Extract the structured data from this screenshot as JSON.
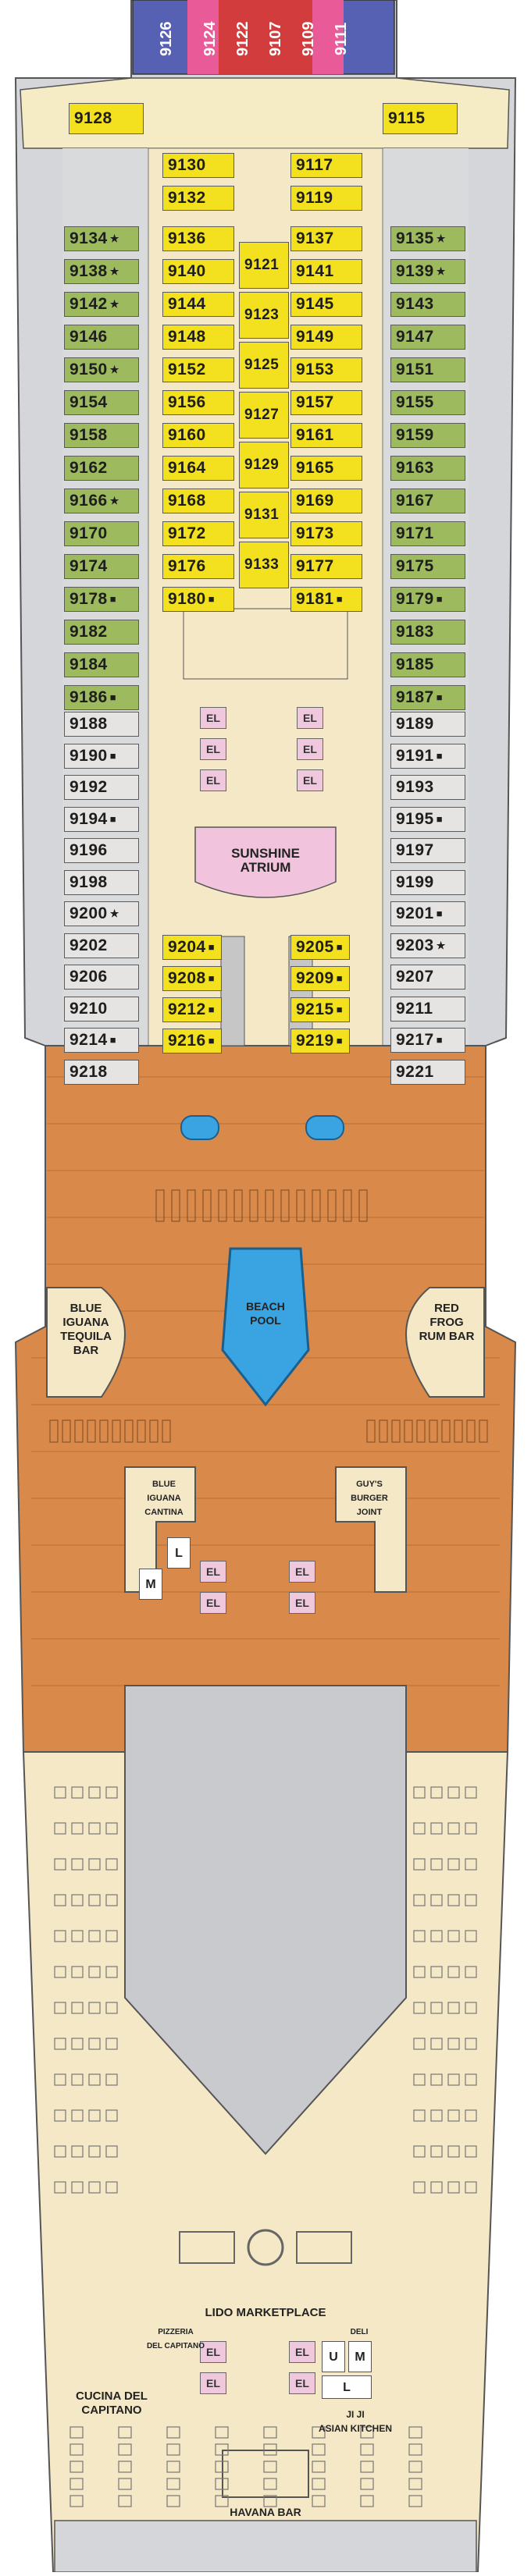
{
  "decks": {
    "bow_top": [
      "9126",
      "9124",
      "9122",
      "9107",
      "9109",
      "9111"
    ],
    "bow_wings": [
      "9128",
      "9115"
    ],
    "inner_top": [
      "9130",
      "9132",
      "9117",
      "9119"
    ],
    "left_outer": [
      {
        "n": "9134",
        "mark": "★"
      },
      {
        "n": "9138",
        "mark": "★"
      },
      {
        "n": "9142",
        "mark": "★"
      },
      {
        "n": "9146",
        "mark": ""
      },
      {
        "n": "9150",
        "mark": "★"
      },
      {
        "n": "9154",
        "mark": ""
      },
      {
        "n": "9158",
        "mark": ""
      },
      {
        "n": "9162",
        "mark": ""
      },
      {
        "n": "9166",
        "mark": "★"
      },
      {
        "n": "9170",
        "mark": ""
      },
      {
        "n": "9174",
        "mark": ""
      },
      {
        "n": "9178",
        "mark": "■"
      },
      {
        "n": "9182",
        "mark": ""
      },
      {
        "n": "9184",
        "mark": ""
      },
      {
        "n": "9186",
        "mark": "■"
      }
    ],
    "right_outer": [
      {
        "n": "9135",
        "mark": "★"
      },
      {
        "n": "9139",
        "mark": "★"
      },
      {
        "n": "9143",
        "mark": ""
      },
      {
        "n": "9147",
        "mark": ""
      },
      {
        "n": "9151",
        "mark": ""
      },
      {
        "n": "9155",
        "mark": ""
      },
      {
        "n": "9159",
        "mark": ""
      },
      {
        "n": "9163",
        "mark": ""
      },
      {
        "n": "9167",
        "mark": ""
      },
      {
        "n": "9171",
        "mark": ""
      },
      {
        "n": "9175",
        "mark": ""
      },
      {
        "n": "9179",
        "mark": "■"
      },
      {
        "n": "9183",
        "mark": ""
      },
      {
        "n": "9185",
        "mark": ""
      },
      {
        "n": "9187",
        "mark": "■"
      }
    ],
    "left_inner": [
      {
        "n": "9136",
        "mark": ""
      },
      {
        "n": "9140",
        "mark": ""
      },
      {
        "n": "9144",
        "mark": ""
      },
      {
        "n": "9148",
        "mark": ""
      },
      {
        "n": "9152",
        "mark": ""
      },
      {
        "n": "9156",
        "mark": ""
      },
      {
        "n": "9160",
        "mark": ""
      },
      {
        "n": "9164",
        "mark": ""
      },
      {
        "n": "9168",
        "mark": ""
      },
      {
        "n": "9172",
        "mark": ""
      },
      {
        "n": "9176",
        "mark": ""
      },
      {
        "n": "9180",
        "mark": "■"
      }
    ],
    "right_inner": [
      {
        "n": "9137",
        "mark": ""
      },
      {
        "n": "9141",
        "mark": ""
      },
      {
        "n": "9145",
        "mark": ""
      },
      {
        "n": "9149",
        "mark": ""
      },
      {
        "n": "9153",
        "mark": ""
      },
      {
        "n": "9157",
        "mark": ""
      },
      {
        "n": "9161",
        "mark": ""
      },
      {
        "n": "9165",
        "mark": ""
      },
      {
        "n": "9169",
        "mark": ""
      },
      {
        "n": "9173",
        "mark": ""
      },
      {
        "n": "9177",
        "mark": ""
      },
      {
        "n": "9181",
        "mark": "■"
      }
    ],
    "center": [
      "9121",
      "9123",
      "9125",
      "9127",
      "9129",
      "9131",
      "9133"
    ],
    "aft_left": [
      {
        "n": "9188",
        "mark": ""
      },
      {
        "n": "9190",
        "mark": "■"
      },
      {
        "n": "9192",
        "mark": ""
      },
      {
        "n": "9194",
        "mark": "■"
      },
      {
        "n": "9196",
        "mark": ""
      },
      {
        "n": "9198",
        "mark": ""
      },
      {
        "n": "9200",
        "mark": "★"
      },
      {
        "n": "9202",
        "mark": ""
      },
      {
        "n": "9206",
        "mark": ""
      },
      {
        "n": "9210",
        "mark": ""
      },
      {
        "n": "9214",
        "mark": "■"
      },
      {
        "n": "9218",
        "mark": ""
      }
    ],
    "aft_right": [
      {
        "n": "9189",
        "mark": ""
      },
      {
        "n": "9191",
        "mark": "■"
      },
      {
        "n": "9193",
        "mark": ""
      },
      {
        "n": "9195",
        "mark": "■"
      },
      {
        "n": "9197",
        "mark": ""
      },
      {
        "n": "9199",
        "mark": ""
      },
      {
        "n": "9201",
        "mark": "■"
      },
      {
        "n": "9203",
        "mark": "★"
      },
      {
        "n": "9207",
        "mark": ""
      },
      {
        "n": "9211",
        "mark": ""
      },
      {
        "n": "9217",
        "mark": "■"
      },
      {
        "n": "9221",
        "mark": ""
      }
    ],
    "mid_left": [
      {
        "n": "9204",
        "mark": "■"
      },
      {
        "n": "9208",
        "mark": "■"
      },
      {
        "n": "9212",
        "mark": "■"
      },
      {
        "n": "9216",
        "mark": "■"
      }
    ],
    "mid_right": [
      {
        "n": "9205",
        "mark": "■"
      },
      {
        "n": "9209",
        "mark": "■"
      },
      {
        "n": "9215",
        "mark": "■"
      },
      {
        "n": "9219",
        "mark": "■"
      }
    ]
  },
  "venues": {
    "atrium": "SUNSHINE\nATRIUM",
    "blue_iguana_bar": "BLUE\nIGUANA\nTEQUILA\nBAR",
    "red_frog": "RED\nFROG\nRUM BAR",
    "beach_pool": "BEACH\nPOOL",
    "blue_iguana_cantina": "BLUE\nIGUANA\nCANTINA",
    "guys_burger": "GUY'S\nBURGER\nJOINT",
    "lido": "LIDO MARKETPLACE",
    "pizzeria": "PIZZERIA\nDEL CAPITANO",
    "deli": "DELI",
    "cucina": "CUCINA DEL\nCAPITANO",
    "ji_ji": "JI JI\nASIAN KITCHEN",
    "havana": "HAVANA BAR"
  },
  "symbols": {
    "elevator": "EL",
    "men": "M",
    "ladies": "L",
    "unisex": "U"
  },
  "colors": {
    "suite": "#9dba5f",
    "inside": "#f3e01e",
    "ocean": "#e6e4e2",
    "deck": "#d98a4a",
    "floor": "#f5e8c6",
    "hull": "#d4d6da"
  }
}
